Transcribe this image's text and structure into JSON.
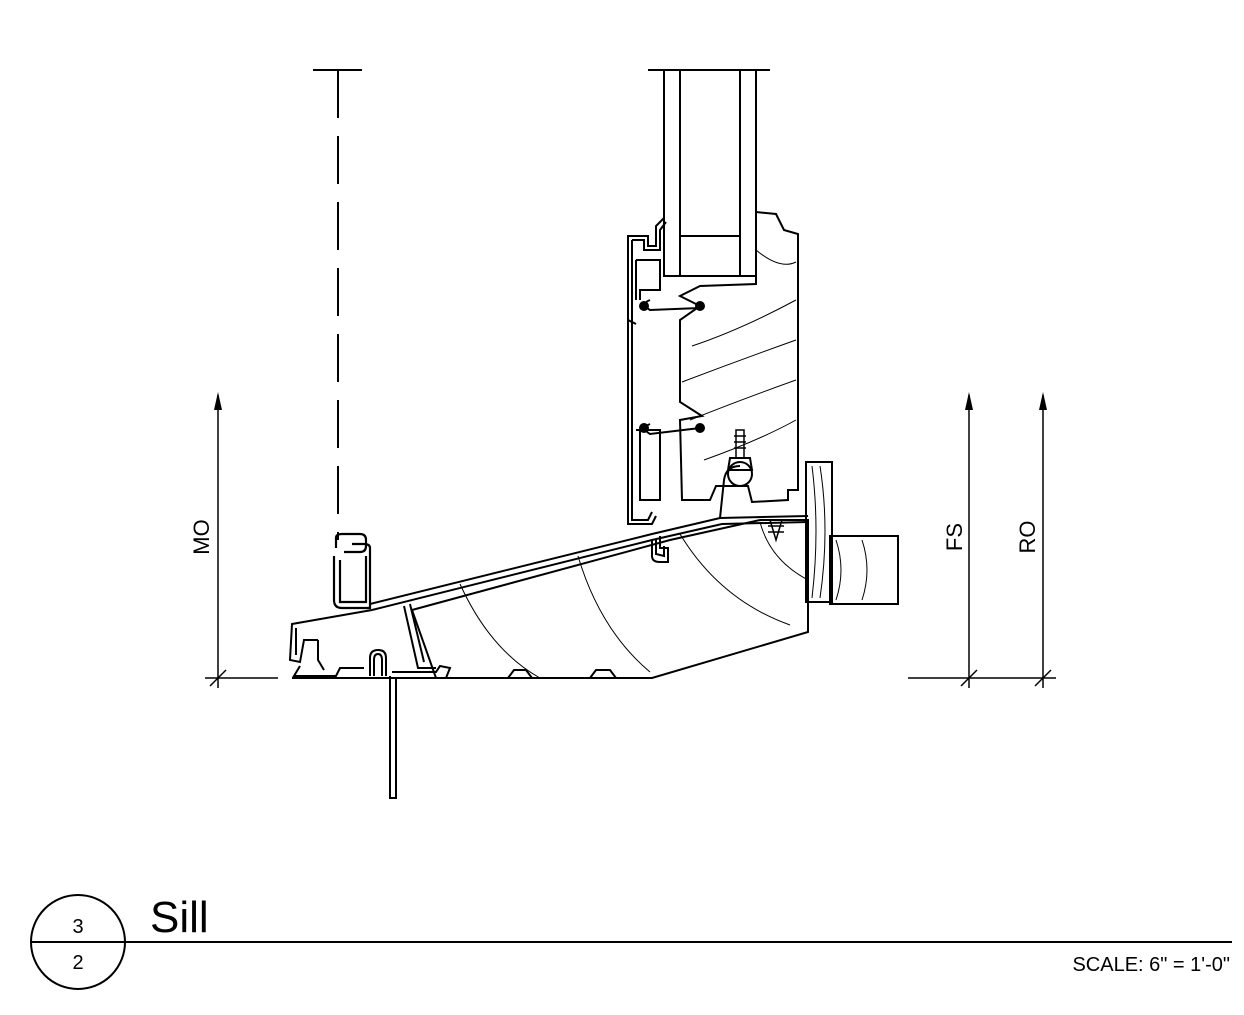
{
  "title_block": {
    "detail_number": "3",
    "sheet_number": "2",
    "title": "Sill",
    "scale": "SCALE: 6\" = 1'-0\""
  },
  "dimensions": {
    "left": "MO",
    "right_inner": "FS",
    "right_outer": "RO"
  }
}
